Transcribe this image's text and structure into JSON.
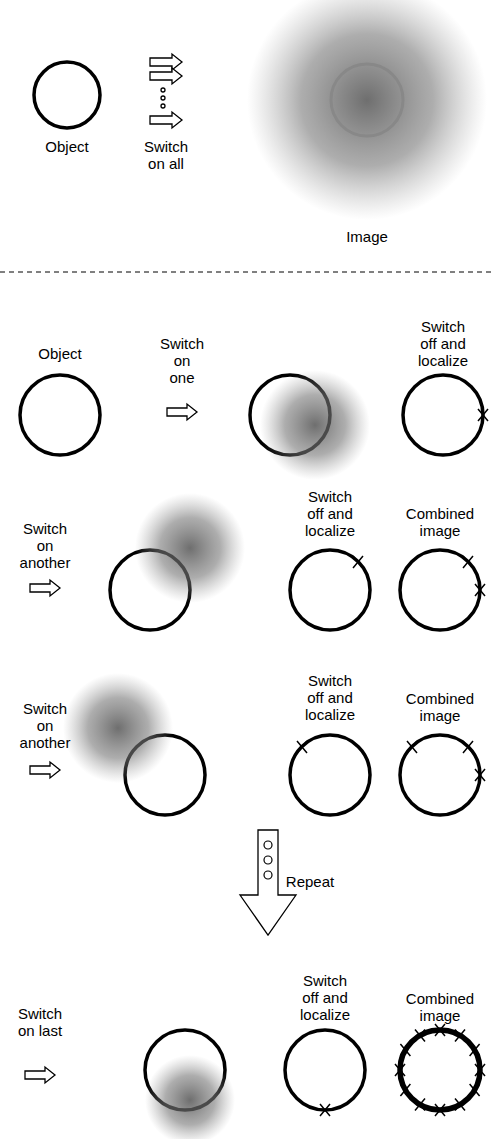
{
  "diagram": {
    "labels": [
      "Object",
      "Switch on all",
      "Image",
      "Object",
      "Switch on one",
      "Switch off and localize",
      "Switch on another",
      "Switch off and localize",
      "Combined image",
      "Switch on another",
      "Switch off and localize",
      "Combined image",
      "Repeat",
      "Switch on last",
      "Switch off and localize",
      "Combined image"
    ]
  }
}
